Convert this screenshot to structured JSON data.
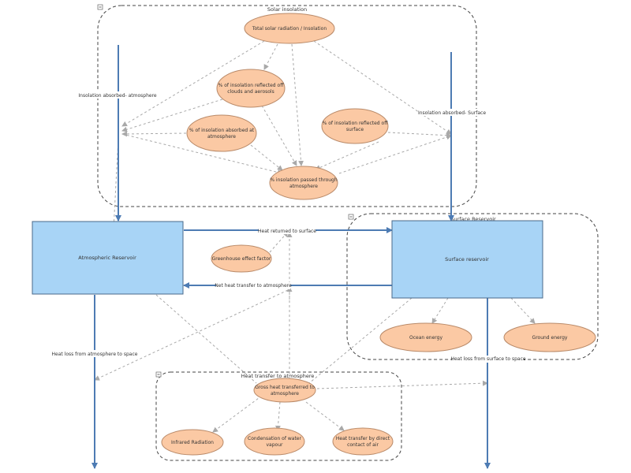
{
  "groups": {
    "solar": "Solar insolation",
    "surface": "Surface Reservoir",
    "heat": "Heat transfer to atmosphere"
  },
  "nodes": {
    "total_solar": [
      "Total solar radiation / Insolation"
    ],
    "reflected_clouds": [
      "% of insolation reflected off",
      "clouds and aerosols"
    ],
    "absorbed_atmos": [
      "% of insolation absorbed at",
      "atmosphere"
    ],
    "reflected_surface": [
      "% of insolation reflected off",
      "surface"
    ],
    "passed_atmos": [
      "% insolation passed through",
      "atmosphere"
    ],
    "greenhouse": [
      "Greenhouse effect factor"
    ],
    "ocean": [
      "Ocean energy"
    ],
    "ground": [
      "Ground energy"
    ],
    "gross_heat": [
      "Gross heat transferred to",
      "atmosphere"
    ],
    "infrared": [
      "Infrared Radiation"
    ],
    "condensation": [
      "Condensation of water",
      "vapour"
    ],
    "direct_contact": [
      "Heat transfer by direct",
      "contact of air"
    ]
  },
  "reservoirs": {
    "atmospheric": "Atmospheric Reservoir",
    "surface": "Surface reservoir"
  },
  "flows": {
    "insolation_atmos": "Insolation absorbed- atmosphere",
    "insolation_surface": "Insolation absorbed- Surface",
    "heat_returned": "Heat returned to surface",
    "net_heat": "Net heat transfer to atmosphere",
    "loss_atmos": "Heat loss from atmosphere to space",
    "loss_surface": "Heat loss from surface to space"
  },
  "colors": {
    "oval_fill": "#fbc9a4",
    "reservoir_fill": "#a8d4f6",
    "flow_line": "#4d7bb3",
    "dependency_line": "#a9a9a9"
  }
}
